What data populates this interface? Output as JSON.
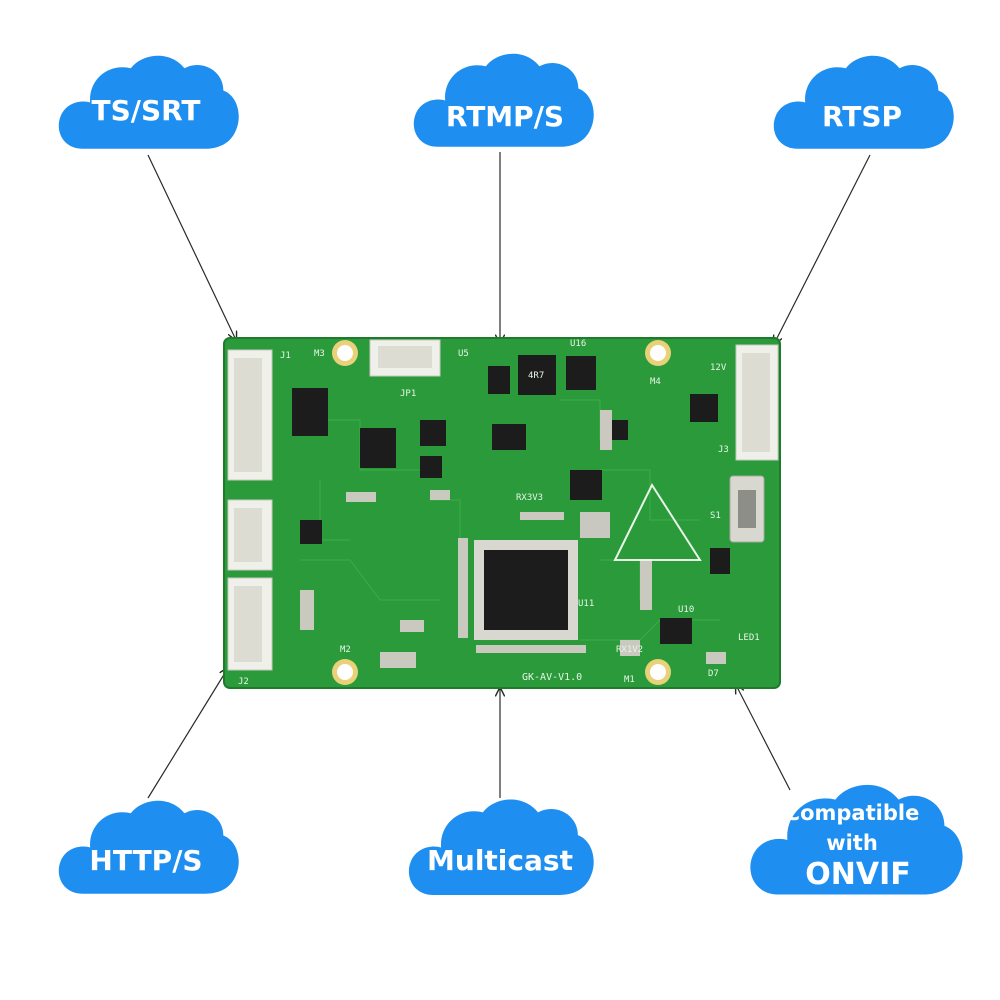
{
  "clouds": {
    "ts_srt": "TS/SRT",
    "rtmp_s": "RTMP/S",
    "rtsp": "RTSP",
    "http_s": "HTTP/S",
    "multicast": "Multicast",
    "onvif_line1": "Compatible",
    "onvif_line2": "with",
    "onvif_line3": "ONVIF"
  },
  "board": {
    "model": "GK-AV-V1.0",
    "labels": {
      "j1": "J1",
      "j2": "J2",
      "j3": "J3",
      "m1": "M1",
      "m2": "M2",
      "m3": "M3",
      "m4": "M4",
      "u5": "U5",
      "u16": "U16",
      "u10": "U10",
      "u11": "U11",
      "jp1": "JP1",
      "d7": "D7",
      "led1": "LED1",
      "s1": "S1",
      "v12": "12V",
      "rx3v3": "RX3V3",
      "rx1v2": "RX1V2",
      "tr": "4R7"
    }
  },
  "colors": {
    "cloud": "#1e8ff0",
    "pcb": "#2a9a3a",
    "arrow": "#2a2a2a"
  }
}
